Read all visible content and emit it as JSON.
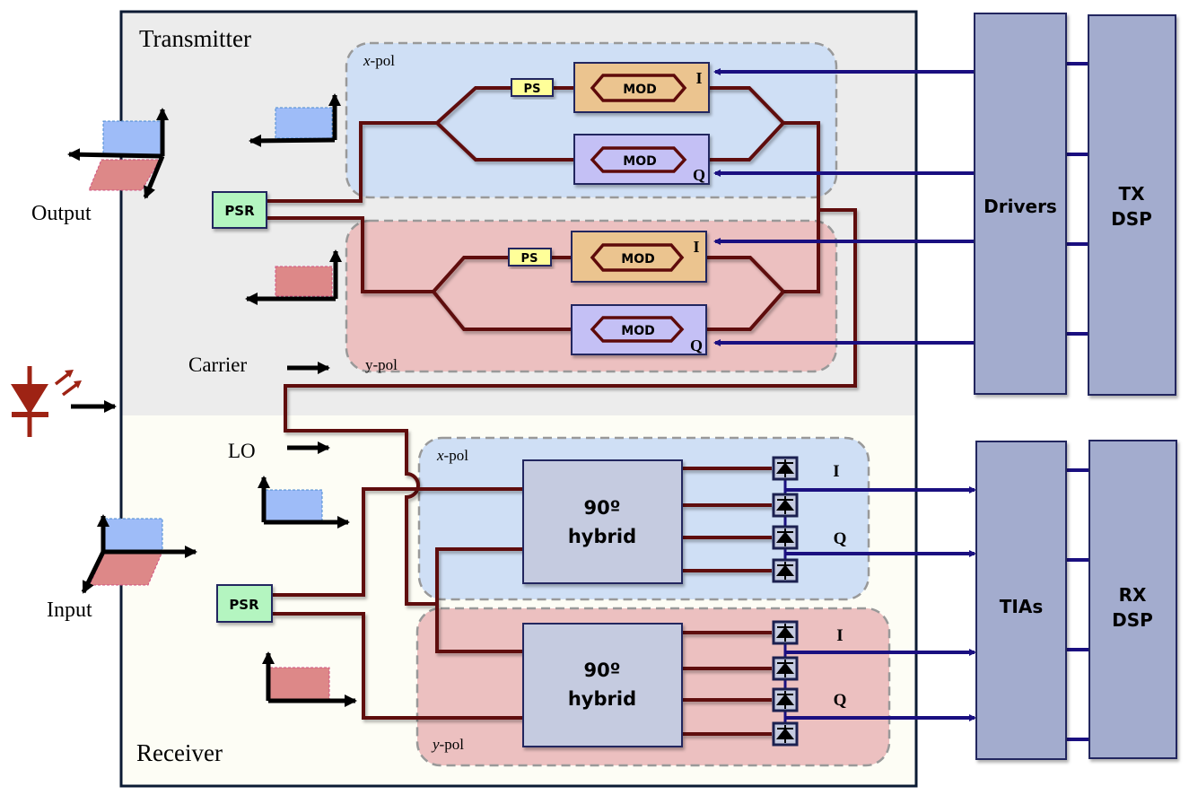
{
  "title": "Coherent transceiver block diagram",
  "transmitter": {
    "label": "Transmitter",
    "output_label": "Output",
    "psr_label": "PSR",
    "carrier_label": "Carrier",
    "xpol": {
      "label_italic": "x",
      "label_rest": "-pol",
      "ps_label": "PS",
      "mod_i_label": "MOD",
      "mod_q_label": "MOD",
      "i_label": "I",
      "q_label": "Q"
    },
    "ypol": {
      "label": "y-pol",
      "ps_label": "PS",
      "mod_i_label": "MOD",
      "mod_q_label": "MOD",
      "i_label": "I",
      "q_label": "Q"
    }
  },
  "receiver": {
    "label": "Receiver",
    "input_label": "Input",
    "psr_label": "PSR",
    "lo_label": "LO",
    "xpol": {
      "label_italic": "x",
      "label_rest": "-pol",
      "hybrid_line1": "90º",
      "hybrid_line2": "hybrid",
      "i_label": "I",
      "q_label": "Q"
    },
    "ypol": {
      "label_italic": "y",
      "label_rest": "-pol",
      "hybrid_line1": "90º",
      "hybrid_line2": "hybrid",
      "i_label": "I",
      "q_label": "Q"
    }
  },
  "electronics": {
    "drivers_label": "Drivers",
    "tx_dsp_line1": "TX",
    "tx_dsp_line2": "DSP",
    "tias_label": "TIAs",
    "rx_dsp_line1": "RX",
    "rx_dsp_line2": "DSP"
  },
  "icons": {
    "laser": "laser-diode-icon"
  },
  "colors": {
    "waveguide": "#5e0a0a",
    "electrical": "#1a0f80",
    "tx_bg": "#ececec",
    "rx_bg": "#fdfdf5",
    "xpol_bg": "#cfdff5",
    "ypol_bg": "#ecc0c0",
    "psr": "#b4f5c0",
    "ps": "#ffff99",
    "mod_i": "#ebc48f",
    "mod_q": "#c4c0f5",
    "hybrid": "#c5cbe0",
    "dsp": "#a3acce",
    "laser": "#9e2314"
  }
}
